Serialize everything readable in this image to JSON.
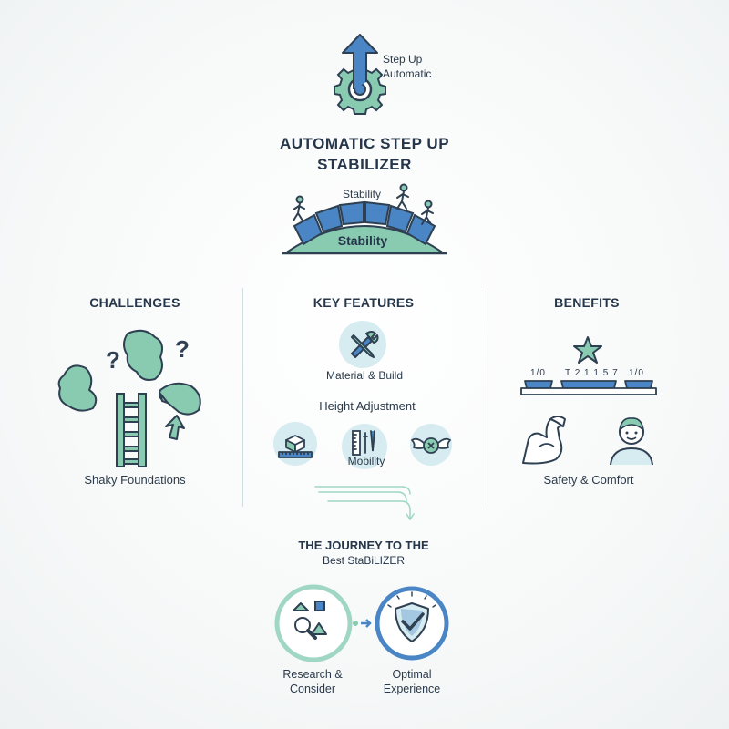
{
  "logo": {
    "line1": "Step Up",
    "line2": "Automatic"
  },
  "title": {
    "line1": "AUTOMATIC STEP UP",
    "line2": "STABILIZER"
  },
  "stability_bridge": {
    "top_label": "Stability",
    "base_label": "Stability"
  },
  "challenges": {
    "heading": "CHALLENGES",
    "caption": "Shaky Foundations"
  },
  "features": {
    "heading": "KEY FEATURES",
    "material_label": "Material & Build",
    "height_label": "Height Adjustment",
    "mobility_label": "Mobility"
  },
  "benefits": {
    "heading": "BENEFITS",
    "scale_labels": [
      "1/0",
      "T 2 1 1 5 7",
      "1/0"
    ],
    "caption": "Safety & Comfort"
  },
  "journey": {
    "heading_line1": "THE JOURNEY TO THE",
    "heading_line2": "Best StaBiLIZER",
    "step1_line1": "Research &",
    "step1_line2": "Consider",
    "step2_line1": "Optimal",
    "step2_line2": "Experience"
  },
  "colors": {
    "blue": "#4a86c5",
    "green": "#88cbb0",
    "navy": "#26364a",
    "teal": "#5fb09a",
    "light_blue": "#d6ecf1"
  }
}
